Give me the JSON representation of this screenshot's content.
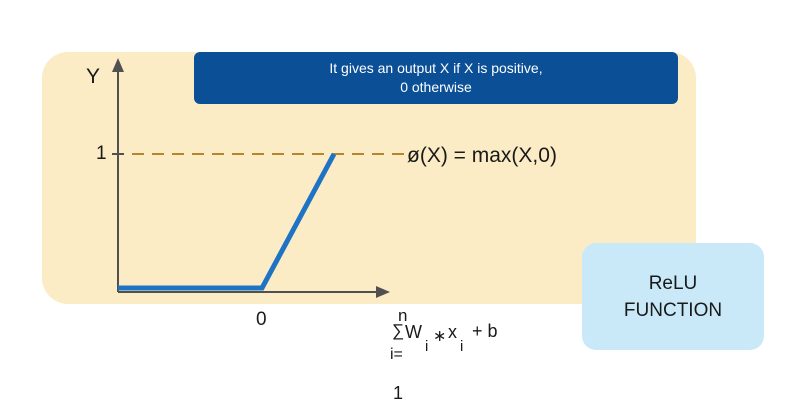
{
  "banner": {
    "line1": "It gives an output X if X is  positive,",
    "line2": "0 otherwise"
  },
  "axes": {
    "y_label": "Y",
    "y_tick": "1",
    "x_tick": "0"
  },
  "formula": "ø(X) = max(X,0)",
  "sum_expression": {
    "upper": "n",
    "symbol": "∑",
    "w": "W",
    "w_sub": "i",
    "times": "∗",
    "x": "x",
    "x_sub": "i",
    "plus_b": "+ b",
    "lower_i": "i=",
    "lower_1": "1"
  },
  "relu_card": {
    "line1": "ReLU",
    "line2": "FUNCTION"
  },
  "colors": {
    "panel": "#fbecc6",
    "banner": "#0b4f97",
    "card": "#c9e9f8",
    "curve": "#1f73c4",
    "dashed": "#b8862a",
    "axis": "#505050"
  }
}
